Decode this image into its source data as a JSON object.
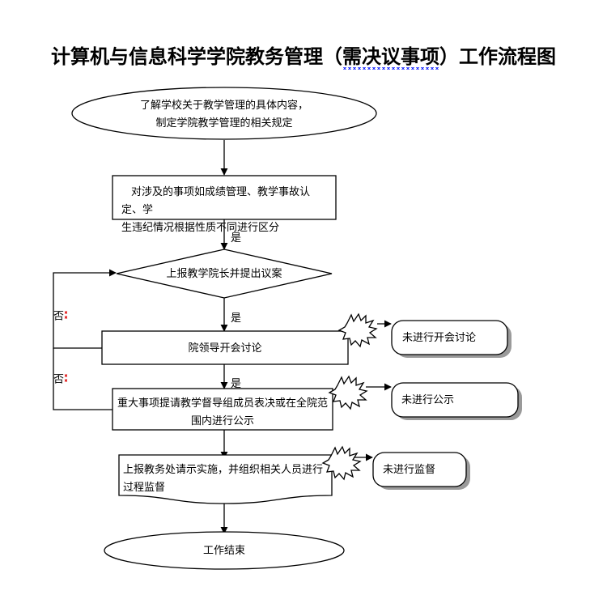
{
  "document": {
    "title_parts": {
      "before": "计算机与信息科学学院教务管理（",
      "marked": "需决议事项",
      "after": "）工作流程图"
    },
    "title_full": "计算机与信息科学学院教务管理（需决议事项）工作流程图"
  },
  "flowchart": {
    "type": "flowchart",
    "nodes": [
      {
        "id": "start",
        "shape": "ellipse",
        "text": "了解学校关于教学管理的具体内容，\n制定学院教学管理的相关规定"
      },
      {
        "id": "classify",
        "shape": "rectangle",
        "text": "对涉及的事项如成绩管理、教学事故认定、学\n生违纪情况根据性质不同进行区分"
      },
      {
        "id": "decision",
        "shape": "diamond",
        "text": "上报教学院长并提出议案"
      },
      {
        "id": "meeting",
        "shape": "rectangle",
        "text": "院领导开会讨论"
      },
      {
        "id": "vote",
        "shape": "rectangle",
        "text": "重大事项提请教学督导组成员表决或在全院范\n围内进行公示"
      },
      {
        "id": "implement",
        "shape": "document",
        "text": "上报教务处请示实施，并组织相关人员进行\n过程监督"
      },
      {
        "id": "end",
        "shape": "ellipse",
        "text": "工作结束"
      },
      {
        "id": "exception-meeting",
        "shape": "rounded-rectangle-shadow",
        "text": "未进行开会讨论"
      },
      {
        "id": "exception-publish",
        "shape": "rounded-rectangle-shadow",
        "text": "未进行公示"
      },
      {
        "id": "exception-supervise",
        "shape": "rounded-rectangle-shadow",
        "text": "未进行监督"
      },
      {
        "id": "burst-1",
        "shape": "explosion",
        "text": ""
      },
      {
        "id": "burst-2",
        "shape": "explosion",
        "text": ""
      },
      {
        "id": "burst-3",
        "shape": "explosion",
        "text": ""
      }
    ],
    "edge_labels": {
      "yes_1": "是",
      "yes_2": "是",
      "yes_3": "是",
      "no_1": "否",
      "no_2": "否"
    },
    "colors": {
      "stroke": "#000000",
      "fill": "#ffffff",
      "shadow": "#9a9a9a",
      "spellcheck_blue": "#2030ff",
      "spellcheck_red": "#e01010"
    }
  }
}
